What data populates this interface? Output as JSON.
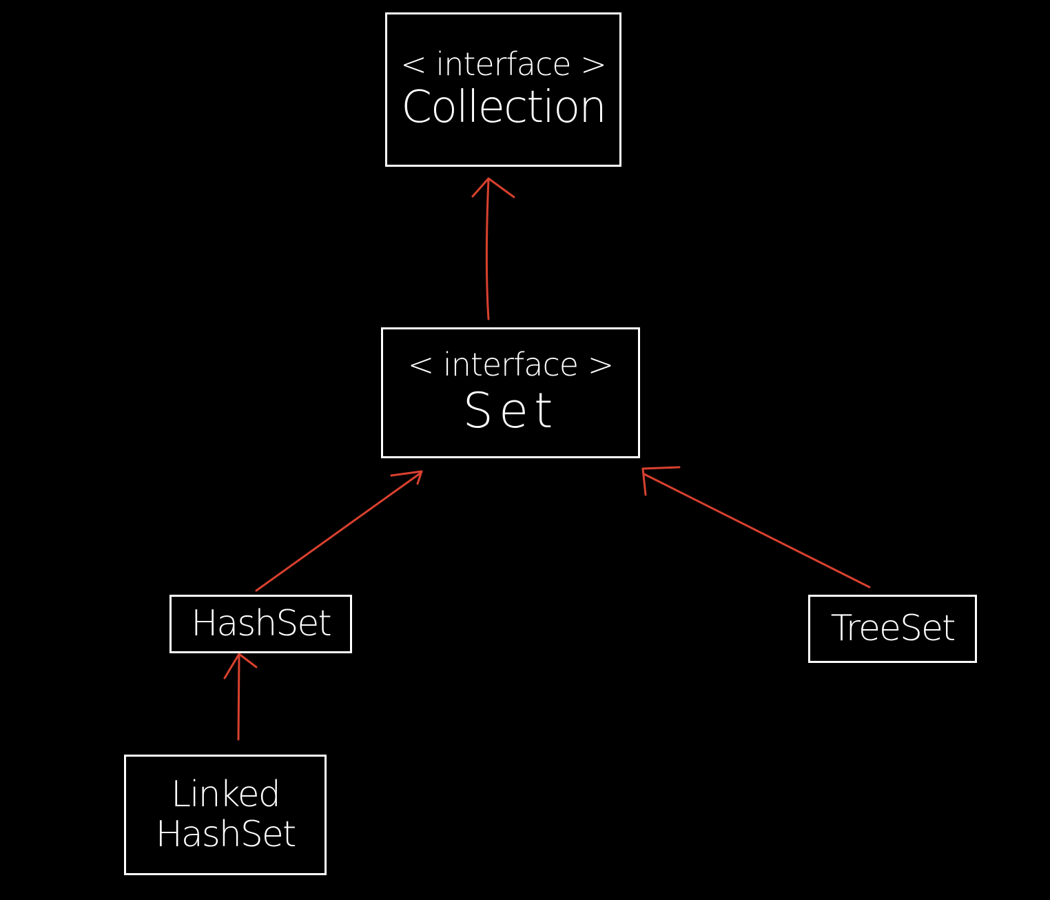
{
  "diagram": {
    "colors": {
      "background": "#000000",
      "box_stroke": "#ffffff",
      "text": "#ffffff",
      "arrow": "#d9412f"
    },
    "nodes": {
      "collection": {
        "stereotype": "< interface >",
        "name": "Collection"
      },
      "set": {
        "stereotype": "< interface >",
        "name": "Set"
      },
      "hashset": {
        "name": "HashSet"
      },
      "treeset": {
        "name": "TreeSet"
      },
      "linked_hashset": {
        "line1": "Linked",
        "line2": "HashSet"
      }
    },
    "edges": [
      {
        "from": "Set",
        "to": "Collection"
      },
      {
        "from": "HashSet",
        "to": "Set"
      },
      {
        "from": "TreeSet",
        "to": "Set"
      },
      {
        "from": "LinkedHashSet",
        "to": "HashSet"
      }
    ]
  }
}
